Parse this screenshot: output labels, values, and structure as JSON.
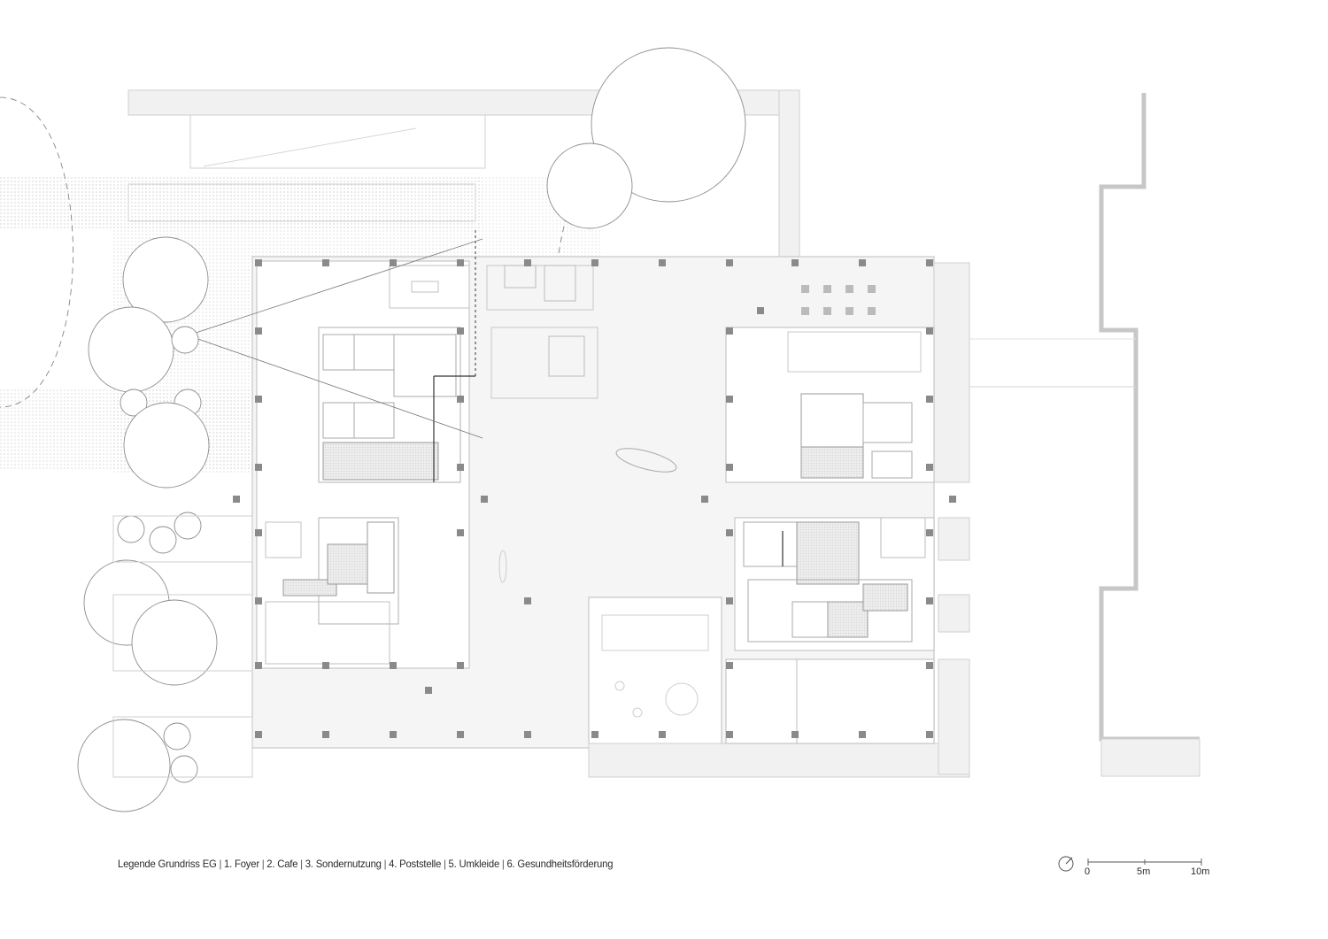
{
  "legend": {
    "title": "Legende Grundriss EG",
    "separator": "|",
    "items": [
      "1. Foyer",
      "2. Cafe",
      "3. Sondernutzung",
      "4. Poststelle",
      "5. Umkleide",
      "6. Gesundheitsförderung"
    ]
  },
  "scale_bar": {
    "labels": [
      "0",
      "5m",
      "10m"
    ]
  },
  "colors": {
    "line": "#9a9a9a",
    "fill": "#f1f1f1",
    "dark": "#444444",
    "column": "#8a8a8a"
  },
  "icons": {
    "north_arrow": "north-arrow-icon"
  }
}
